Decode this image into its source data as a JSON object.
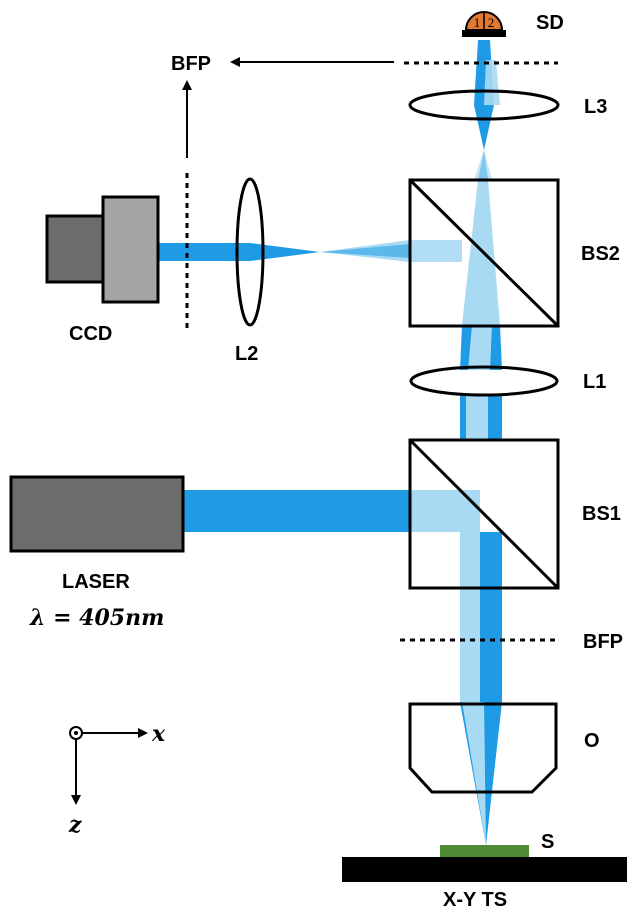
{
  "labels": {
    "sd": "SD",
    "sd_quadrant_1": "1",
    "sd_quadrant_2": "2",
    "bfp_top": "BFP",
    "l3": "L3",
    "bs2": "BS2",
    "ccd": "CCD",
    "l2": "L2",
    "l1": "L1",
    "laser": "LASER",
    "wavelength": "λ = 405nm",
    "bs1": "BS1",
    "bfp_main": "BFP",
    "objective": "O",
    "axis_x": "x",
    "axis_z": "z",
    "sample": "S",
    "stage": "X-Y TS"
  },
  "colors": {
    "beam_dark": "#1e9be4",
    "beam_light": "#a9daf4",
    "laser_body": "#6e6b6b",
    "ccd_body": "#6e6b6b",
    "ccd_front": "#a5a3a3",
    "detector": "#e07a32",
    "sample": "#4f8a35",
    "stage": "#000000"
  }
}
